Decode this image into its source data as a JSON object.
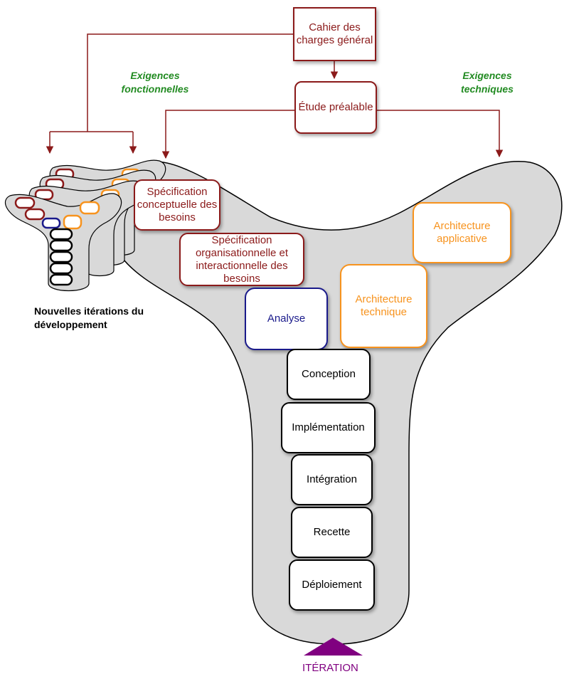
{
  "colors": {
    "red": "#8b1a1a",
    "navy": "#1a1a8b",
    "orange": "#f7931e",
    "green": "#228b22",
    "purple": "#800080",
    "shape_fill": "#d9d9d9"
  },
  "top": {
    "cahier": "Cahier des charges général",
    "etude": "Étude préalable"
  },
  "labels": {
    "exigences_fonctionnelles": "Exigences fonctionnelles",
    "exigences_techniques": "Exigences techniques",
    "nouvelles_iterations": "Nouvelles itérations du développement",
    "iteration": "ITÉRATION"
  },
  "left_branch": {
    "spec_conceptuelle": "Spécification conceptuelle des besoins",
    "spec_organisationnelle": "Spécification organisationnelle et interactionnelle des besoins",
    "analyse": "Analyse"
  },
  "right_branch": {
    "architecture_applicative": "Architecture applicative",
    "architecture_technique": "Architecture technique"
  },
  "stem": [
    "Conception",
    "Implémentation",
    "Intégration",
    "Recette",
    "Déploiement"
  ]
}
